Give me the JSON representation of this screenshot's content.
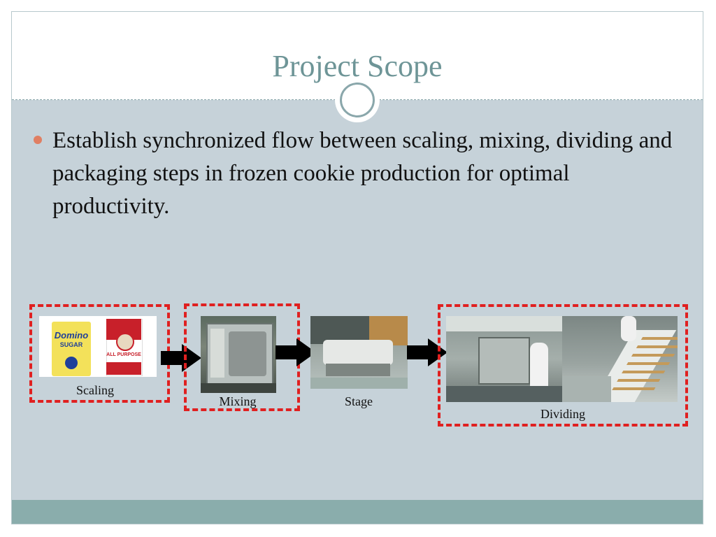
{
  "slide": {
    "title": "Project Scope",
    "bullets": [
      "Establish synchronized flow between scaling, mixing, dividing and packaging steps in frozen cookie production for optimal productivity."
    ]
  },
  "process": {
    "steps": [
      {
        "id": "scaling",
        "caption": "Scaling"
      },
      {
        "id": "mixing",
        "caption": "Mixing"
      },
      {
        "id": "stage",
        "caption": "Stage"
      },
      {
        "id": "dividing",
        "caption": "Dividing"
      }
    ],
    "products": {
      "bag1_brand": "Domino",
      "bag1_type": "SUGAR",
      "bag2_label": "ALL PURPOSE"
    }
  },
  "colors": {
    "title": "#6e9597",
    "content_bg": "#c6d2d9",
    "bullet": "#e07f63",
    "dashed_border": "#e02020",
    "footer": "#8aadac"
  }
}
